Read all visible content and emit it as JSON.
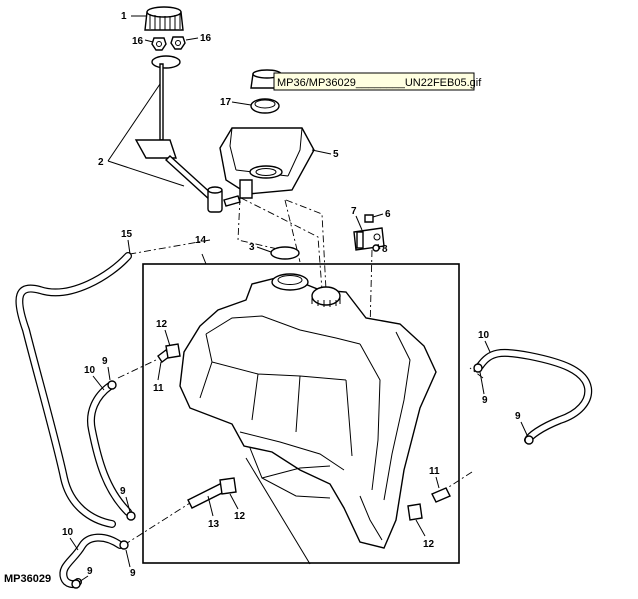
{
  "figure_id": "MP36029",
  "tooltip": "MP36/MP36029________UN22FEB05.gif",
  "callouts": {
    "c1": "1",
    "c16a": "16",
    "c16b": "16",
    "c2": "2",
    "c17": "17",
    "c5": "5",
    "c7": "7",
    "c6": "6",
    "c8": "8",
    "c15": "15",
    "c14": "14",
    "c3": "3",
    "c12a": "12",
    "c10a": "10",
    "c9a": "9",
    "c11a": "11",
    "c10b": "10",
    "c9b": "9",
    "c9c": "9",
    "c11b": "11",
    "c9d": "9",
    "c12b": "12",
    "c13": "13",
    "c10c": "10",
    "c9e": "9",
    "c9f": "9",
    "c12c": "12"
  }
}
